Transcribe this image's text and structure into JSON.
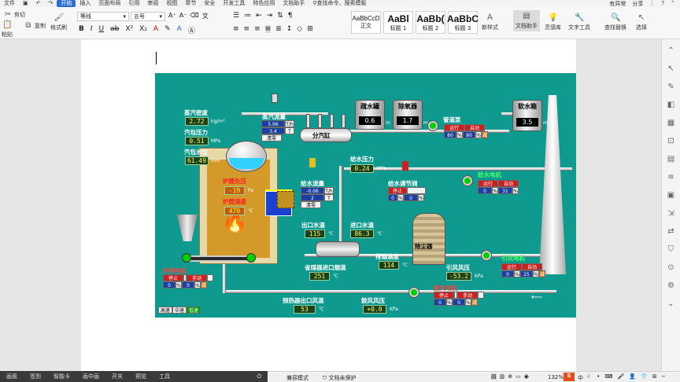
{
  "menu": {
    "file": "文件",
    "tabs": [
      "开始",
      "插入",
      "页面布局",
      "引用",
      "审阅",
      "视图",
      "章节",
      "安全",
      "开发工具",
      "特色应用",
      "文档助手"
    ],
    "active_tab": "开始",
    "search": "查找命令、搜索模板",
    "right": [
      "有异常",
      "分享"
    ]
  },
  "ribbon": {
    "cut": "剪切",
    "paste": "粘贴",
    "copy": "复制",
    "format_painter": "格式刷",
    "font_name": "等线",
    "font_size": "五号",
    "styles": [
      {
        "preview": "AaBbCcD",
        "name": "正文"
      },
      {
        "preview": "AaBl",
        "name": "标题 1"
      },
      {
        "preview": "AaBb(",
        "name": "标题 2"
      },
      {
        "preview": "AaBbC",
        "name": "标题 3"
      }
    ],
    "new_style": "新样式",
    "doc_assist": "文档助手",
    "inspire": "灵感库",
    "text_tools": "文字工具",
    "find_replace": "查找替换",
    "select": "选择"
  },
  "scada": {
    "steam_density": {
      "label": "蒸汽密度",
      "value": "2.72",
      "unit": "kg/m³"
    },
    "drum_pressure": {
      "label": "汽包压力",
      "value": "0.51",
      "unit": "MPa"
    },
    "drum_level": {
      "label": "汽包水位",
      "value": "61.49",
      "unit": "mm"
    },
    "steam_flow": {
      "label": "蒸汽流量",
      "v1": "5.96",
      "u1": "T/h",
      "v2": "3.4",
      "u2": "T",
      "reset": "清零"
    },
    "sub_cylinder": "分汽缸",
    "furnace_pressure": {
      "label": "炉膛负压",
      "value": "-19",
      "unit": "Pa"
    },
    "furnace_temp": {
      "label": "炉膛温度",
      "value": "470",
      "unit": "℃"
    },
    "feed_flow": {
      "label": "给水流量",
      "v1": "-0.06",
      "u1": "T/h",
      "v2": "2",
      "u2": "T",
      "reset": "清零"
    },
    "feed_pressure": {
      "label": "给水压力",
      "value": "0.24",
      "unit": "MPa"
    },
    "feed_valve": {
      "label": "给水调节阀",
      "stop": "停止",
      "v1": "0",
      "v2": "0",
      "unit": "%"
    },
    "tanks": [
      {
        "label": "疏水罐",
        "value": "0.6",
        "unit": "m"
      },
      {
        "label": "除氧器",
        "value": "1.7",
        "unit": "m"
      },
      {
        "label": "软水箱",
        "value": "3.5",
        "unit": "m"
      }
    ],
    "pipe_pump": {
      "label": "管道泵",
      "run": "运行",
      "auto": "自动",
      "v1": "80",
      "v2": "80",
      "unit": "%",
      "reduce": "减"
    },
    "feed_motor": {
      "label": "给水电机",
      "run": "运行",
      "auto": "自动",
      "v1": "0",
      "v2": "31",
      "unit": "%"
    },
    "water_in_temp": {
      "label": "出口水温",
      "value": "115",
      "unit": "℃"
    },
    "water_inlet_temp": {
      "label": "进口水温",
      "value": "86.3",
      "unit": "℃"
    },
    "exhaust_temp": {
      "label": "排烟温度",
      "value": "114",
      "unit": "℃"
    },
    "economizer_temp": {
      "label": "省煤器进口烟温",
      "value": "251",
      "unit": "℃"
    },
    "dust_collector": "除尘器",
    "draft_pressure": {
      "label": "引风风压",
      "value": "-53.2",
      "unit": "KPa"
    },
    "draft_motor": {
      "label": "引风电机",
      "run": "运行",
      "auto": "自动",
      "v1": "0",
      "v2": "25",
      "unit": "%",
      "reduce": "减"
    },
    "grate_motor": {
      "label": "炉排电机",
      "stop": "停止",
      "manual": "手动",
      "v1": "0",
      "v2": "0",
      "unit": "%",
      "reduce": "减"
    },
    "preheat_temp": {
      "label": "预热器出口风温",
      "value": "53",
      "unit": "℃"
    },
    "blower_pressure": {
      "label": "鼓风风压",
      "value": "+0.0",
      "unit": "KPa"
    },
    "blower_motor": {
      "label": "鼓风电机",
      "stop": "停止",
      "manual": "手动",
      "v1": "0",
      "v2": "0",
      "unit": "%",
      "reduce": "减"
    },
    "speed_btns": [
      "高速",
      "中速",
      "低速"
    ]
  },
  "status": {
    "dark_items": [
      "画板",
      "签到",
      "智能卡",
      "画中画",
      "开关",
      "预览",
      "工具"
    ],
    "compat": "兼容模式",
    "protect": "文档未保护",
    "zoom": "132%",
    "ime": "中"
  }
}
